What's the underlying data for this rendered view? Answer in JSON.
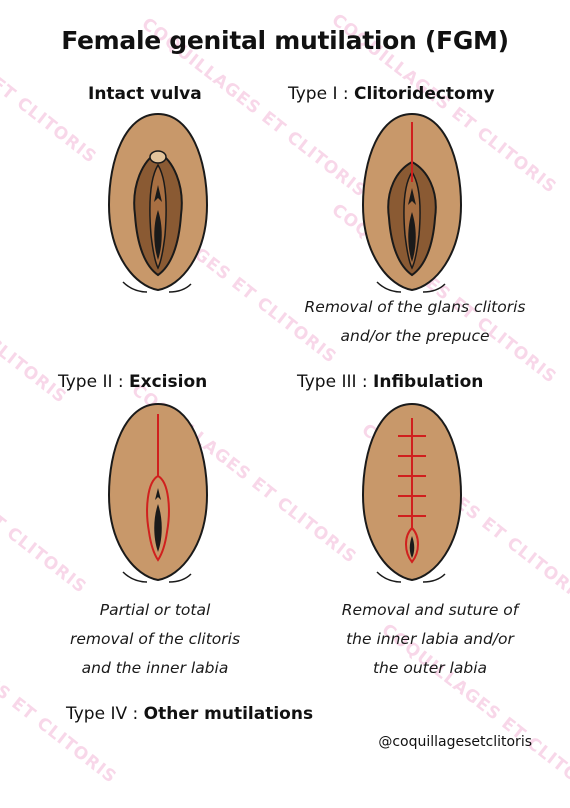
{
  "title": "Female genital mutilation (FGM)",
  "panels": {
    "intact": {
      "label": "Intact vulva"
    },
    "type1": {
      "prefix": "Type I : ",
      "name": "Clitoridectomy",
      "caption": [
        "Removal of the glans clitoris",
        "and/or the prepuce"
      ]
    },
    "type2": {
      "prefix": "Type II : ",
      "name": "Excision",
      "caption": [
        "Partial or total",
        "removal of the clitoris",
        "and the inner labia"
      ]
    },
    "type3": {
      "prefix": "Type III : ",
      "name": "Infibulation",
      "caption": [
        "Removal and suture of",
        "the inner labia and/or",
        "the outer labia"
      ]
    },
    "type4": {
      "prefix": "Type IV : ",
      "name": "Other mutilations"
    }
  },
  "credit": "@coquillagesetclitoris",
  "watermark_text": "COQUILLAGES ET CLITORIS",
  "colors": {
    "skin": "#c8986a",
    "inner": "#8a5a33",
    "outline": "#1a1a1a",
    "cut": "#d0201e",
    "watermark": "#f3b8d8"
  }
}
